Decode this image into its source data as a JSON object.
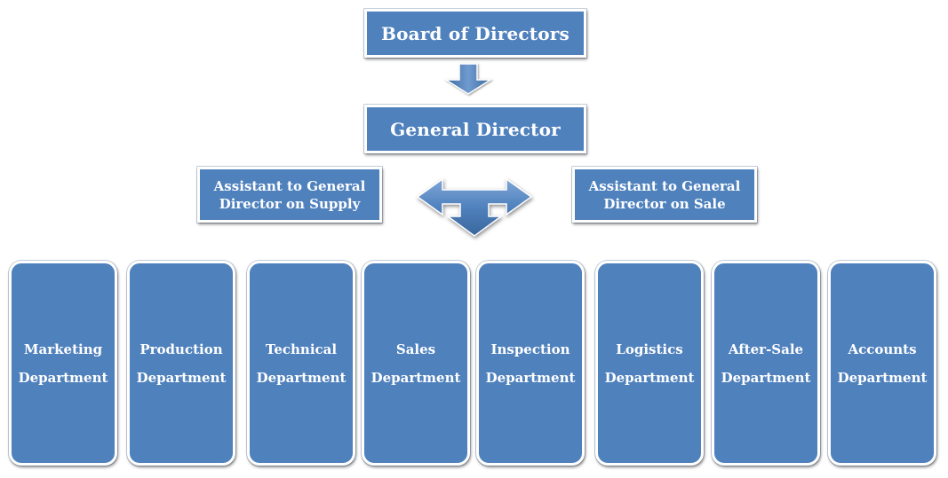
{
  "board": {
    "label": "Board of Directors"
  },
  "general_director": {
    "label": "General Director"
  },
  "assistant_supply": {
    "line1": "Assistant to General",
    "line2": "Director on Supply"
  },
  "assistant_sale": {
    "line1": "Assistant to General",
    "line2": "Director on Sale"
  },
  "departments": [
    {
      "line1": "Marketing",
      "line2": "Department"
    },
    {
      "line1": "Production",
      "line2": "Department"
    },
    {
      "line1": "Technical",
      "line2": "Department"
    },
    {
      "line1": "Sales",
      "line2": "Department"
    },
    {
      "line1": "Inspection",
      "line2": "Department"
    },
    {
      "line1": "Logistics",
      "line2": "Department"
    },
    {
      "line1": "After-Sale",
      "line2": "Department"
    },
    {
      "line1": "Accounts",
      "line2": "Department"
    }
  ],
  "colors": {
    "box_fill": "#4f81bd",
    "box_border": "#ffffff",
    "text": "#ffffff"
  },
  "icons": {
    "down_arrow": "down-arrow-icon",
    "three_way_arrow": "three-way-arrow-icon"
  }
}
